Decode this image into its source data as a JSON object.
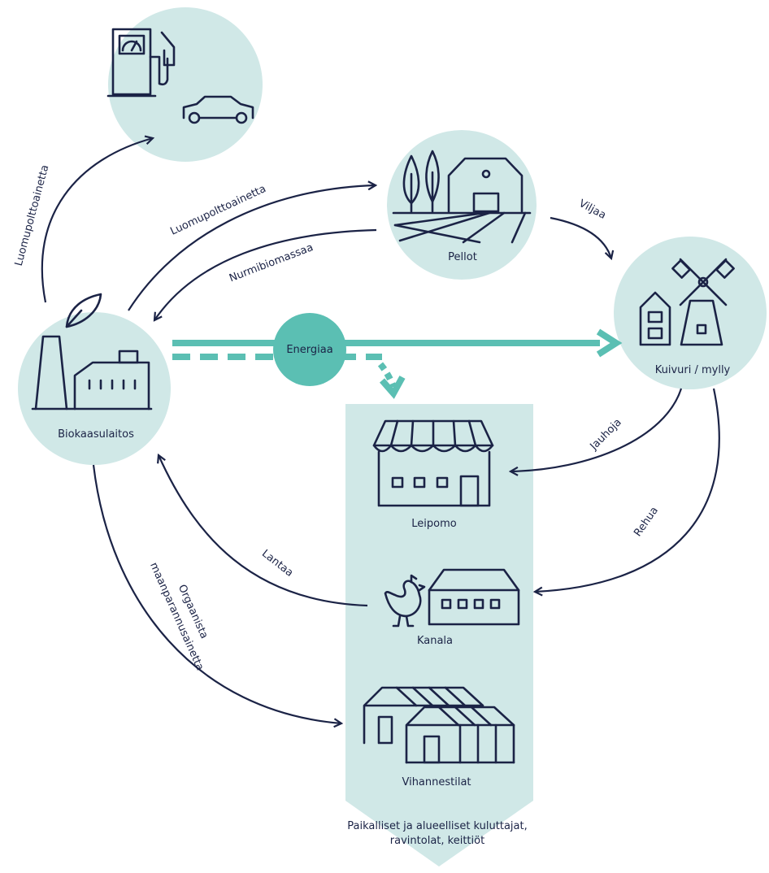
{
  "nodes": {
    "fuel_station": "",
    "fields": "Pellot",
    "dryer_mill": "Kuivuri / mylly",
    "biogas_plant": "Biokaasulaitos",
    "bakery": "Leipomo",
    "henhouse": "Kanala",
    "vegetable_farms": "Vihannestilat"
  },
  "flows": {
    "biogas_to_fuel": "Luomupolttoainetta",
    "biogas_to_fields": "Luomupolttoainetta",
    "fields_to_biogas": "Nurmibiomassaa",
    "fields_to_mill": "Viljaa",
    "energy": "Energiaa",
    "mill_to_bakery": "Jauhoja",
    "mill_to_henhouse": "Rehua",
    "henhouse_to_biogas": "Lantaa",
    "biogas_to_vegetables_line1": "Orgaanista",
    "biogas_to_vegetables_line2": "maanparannusainetta"
  },
  "consumers": {
    "line1": "Paikalliset ja alueelliset kuluttajat,",
    "line2": "ravintolat, keittiöt"
  },
  "colors": {
    "node_fill": "#d0e8e7",
    "energy_accent": "#5bbfb3",
    "ink": "#1b2346",
    "background": "#ffffff"
  },
  "icons": {
    "fuel_station": "fuel-pump-icon",
    "car": "car-icon",
    "fields": "farm-barn-icon",
    "dryer_mill": "windmill-icon",
    "biogas_plant": "factory-leaf-icon",
    "bakery": "shop-awning-icon",
    "henhouse": "hen-barn-icon",
    "vegetable_farms": "greenhouse-icon"
  }
}
